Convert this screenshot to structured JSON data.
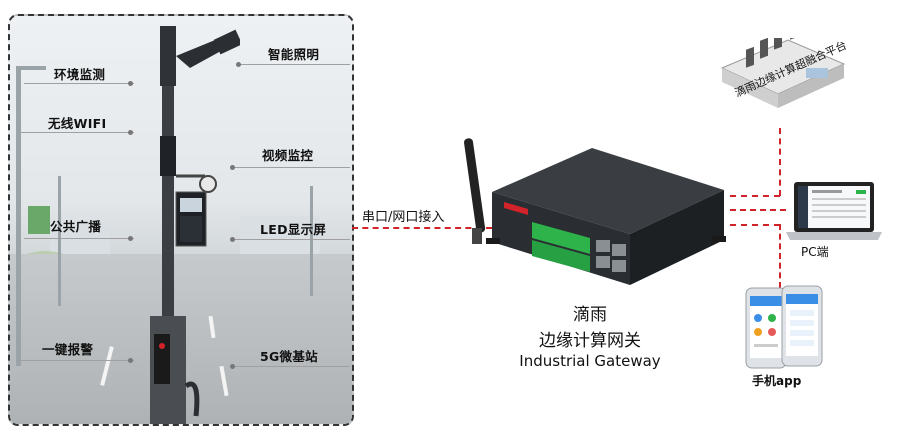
{
  "features": {
    "env": "环境监测",
    "wifi": "无线WIFI",
    "broadcast": "公共广播",
    "alarm": "一键报警",
    "lighting": "智能照明",
    "video": "视频监控",
    "led": "LED显示屏",
    "base5g": "5G微基站"
  },
  "link_label": "串口/网口接入",
  "gateway": {
    "brand": "滴雨",
    "subtitle": "边缘计算网关",
    "english": "Industrial Gateway"
  },
  "platform_label": "滴雨边缘计算超融合平台",
  "pc_label": "PC端",
  "app_label": "手机app",
  "colors": {
    "link": "#d2232a",
    "device": "#2e3135",
    "terminal": "#2db34a"
  }
}
